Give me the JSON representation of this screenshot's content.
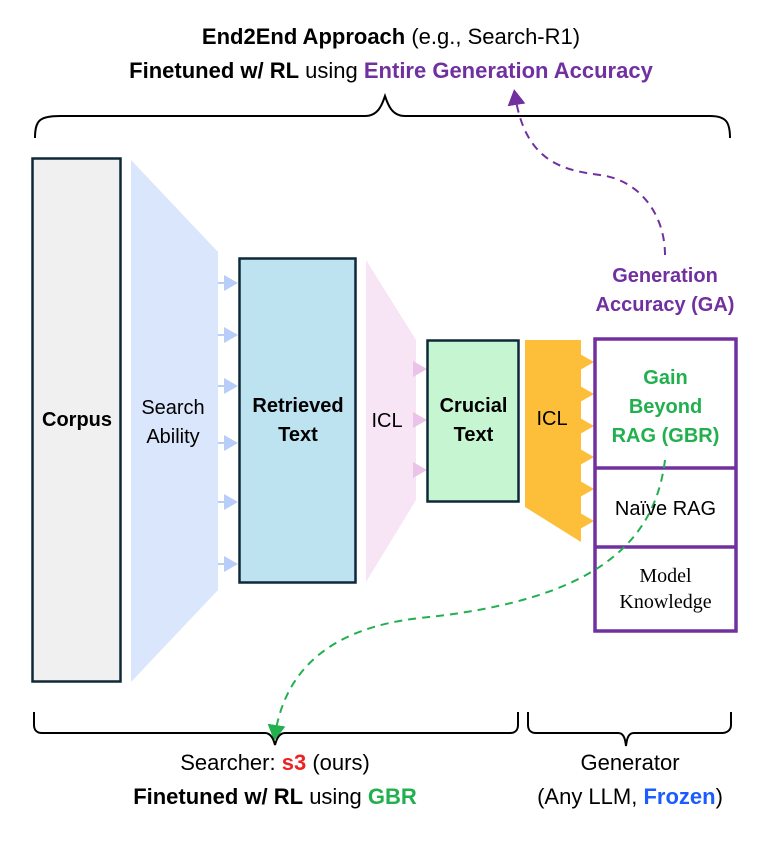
{
  "top": {
    "line1_bold": "End2End Approach",
    "line1_rest": " (e.g., Search-R1)",
    "line2_bold": "Finetuned w/ RL",
    "line2_mid": " using ",
    "line2_accent": "Entire Generation Accuracy"
  },
  "blocks": {
    "corpus": "Corpus",
    "search_ability_1": "Search",
    "search_ability_2": "Ability",
    "retrieved_1": "Retrieved",
    "retrieved_2": "Text",
    "icl_1": "ICL",
    "crucial_1": "Crucial",
    "crucial_2": "Text",
    "icl_2": "ICL"
  },
  "generator_box": {
    "ga_label_1": "Generation",
    "ga_label_2": "Accuracy (GA)",
    "gbr_1": "Gain",
    "gbr_2": "Beyond",
    "gbr_3": "RAG (GBR)",
    "naive_rag": "Naïve RAG",
    "model_knowledge_1": "Model",
    "model_knowledge_2": "Knowledge"
  },
  "bottom": {
    "searcher_prefix": "Searcher: ",
    "searcher_name": "s3",
    "searcher_suffix": " (ours)",
    "searcher_line2_bold": "Finetuned w/ RL",
    "searcher_line2_mid": " using ",
    "searcher_line2_accent": "GBR",
    "generator_title": "Generator",
    "generator_open": "(Any LLM, ",
    "generator_accent": "Frozen",
    "generator_close": ")"
  },
  "colors": {
    "purple": "#7030a0",
    "green": "#22b04f",
    "red": "#ee2222",
    "blue": "#1a5cff",
    "corpus_fill": "#f0f0f0",
    "search_fill": "#dae6fc",
    "retrieved_fill": "#bde2f0",
    "icl1_fill": "#f7e4f5",
    "crucial_fill": "#c6f5d2",
    "icl2_fill": "#fdbf3a"
  }
}
